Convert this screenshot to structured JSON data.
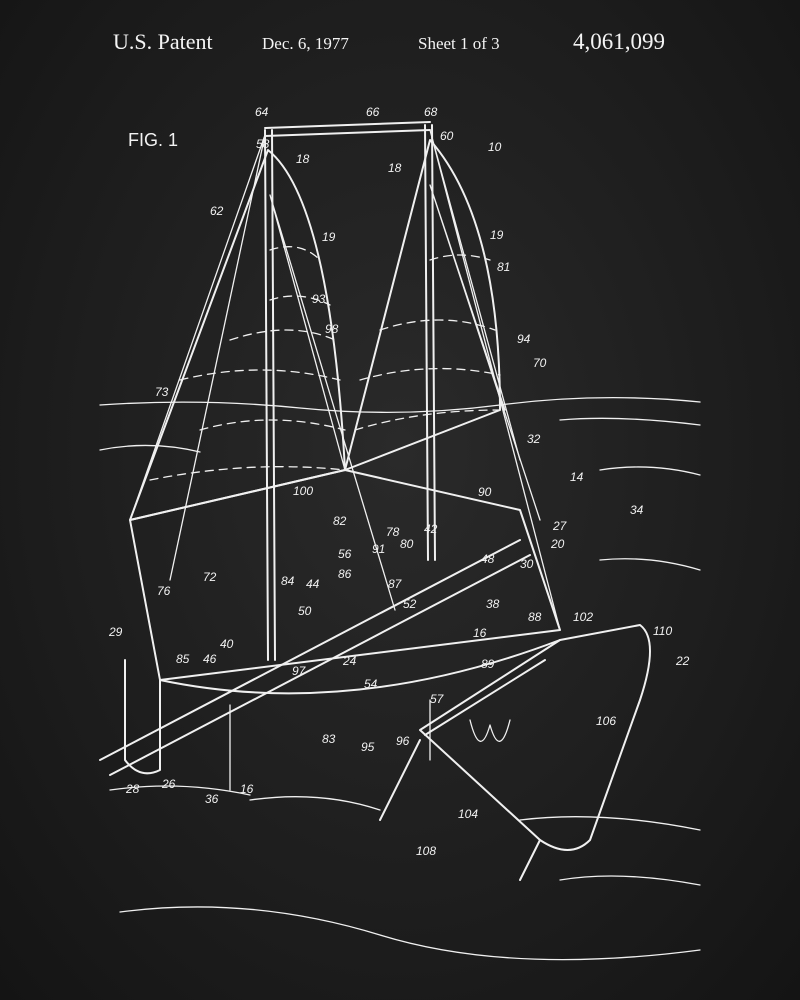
{
  "header": {
    "patent_label": "U.S. Patent",
    "date": "Dec. 6, 1977",
    "sheet": "Sheet 1 of 3",
    "patent_number": "4,061,099"
  },
  "figure": {
    "title": "FIG. 1",
    "reference_numerals": [
      "64",
      "66",
      "68",
      "58",
      "60",
      "10",
      "18",
      "18",
      "62",
      "19",
      "19",
      "81",
      "93",
      "98",
      "94",
      "70",
      "73",
      "32",
      "14",
      "34",
      "100",
      "90",
      "82",
      "78",
      "42",
      "27",
      "56",
      "91",
      "80",
      "20",
      "86",
      "44",
      "84",
      "48",
      "30",
      "72",
      "76",
      "87",
      "52",
      "38",
      "88",
      "102",
      "50",
      "110",
      "16",
      "29",
      "40",
      "46",
      "85",
      "24",
      "97",
      "22",
      "89",
      "54",
      "57",
      "106",
      "83",
      "96",
      "95",
      "28",
      "26",
      "36",
      "16",
      "104",
      "108"
    ]
  },
  "colors": {
    "background": "#1e1e1e",
    "ink": "#f0f0f0"
  }
}
